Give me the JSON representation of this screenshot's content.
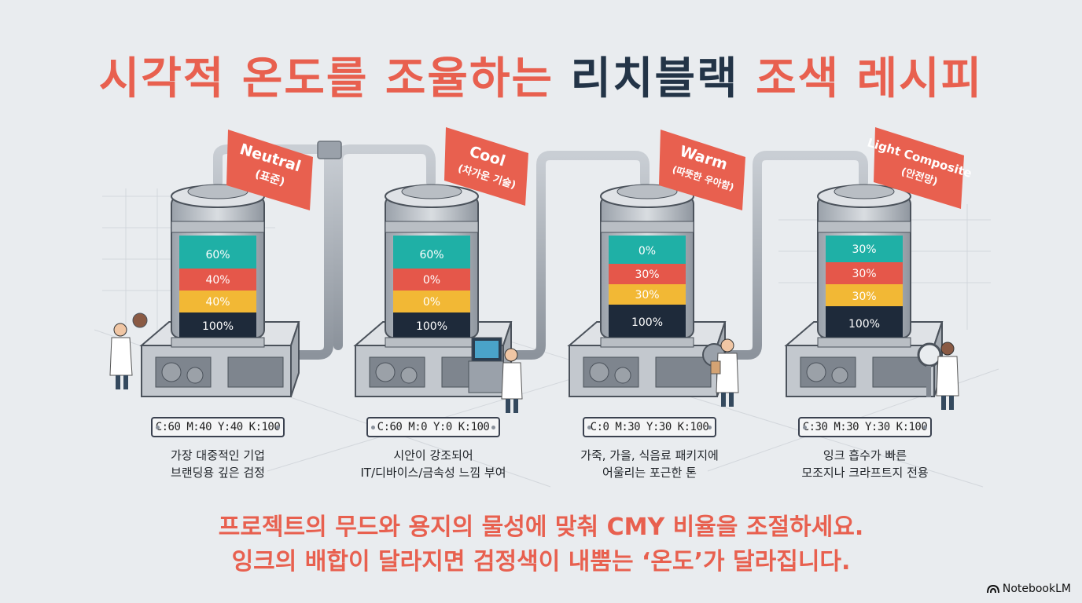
{
  "title": {
    "part1": "시각적 온도를 조율하는 ",
    "part2": "리치블랙",
    "part3": " 조색 레시피"
  },
  "colors": {
    "accent": "#e8604f",
    "navy": "#233447",
    "cyan": "#1fb0a6",
    "red": "#e5574a",
    "yellow": "#f2b835",
    "black": "#1e2a3a"
  },
  "recipes": [
    {
      "name": "Neutral",
      "sub": "(표준)",
      "c": "60%",
      "m": "40%",
      "y": "40%",
      "k": "100%",
      "code": "C:60 M:40 Y:40 K:100",
      "desc1": "가장 대중적인 기업",
      "desc2": "브랜딩용 깊은 검정"
    },
    {
      "name": "Cool",
      "sub": "(차가운 기술)",
      "c": "60%",
      "m": "0%",
      "y": "0%",
      "k": "100%",
      "code": "C:60 M:0 Y:0 K:100",
      "desc1": "시안이 강조되어",
      "desc2": "IT/디바이스/금속성 느낌 부여"
    },
    {
      "name": "Warm",
      "sub": "(따뜻한 우아함)",
      "c": "0%",
      "m": "30%",
      "y": "30%",
      "k": "100%",
      "code": "C:0 M:30 Y:30 K:100",
      "desc1": "가죽, 가을, 식음료 패키지에",
      "desc2": "어울리는 포근한 톤"
    },
    {
      "name": "Light Composite",
      "sub": "(안전망)",
      "c": "30%",
      "m": "30%",
      "y": "30%",
      "k": "100%",
      "code": "C:30 M:30 Y:30 K:100",
      "desc1": "잉크 흡수가 빠른",
      "desc2": "모조지나 크라프트지 전용"
    }
  ],
  "bottom": {
    "line1": "프로젝트의 무드와 용지의 물성에 맞춰 CMY 비율을 조절하세요.",
    "line2": "잉크의 배합이 달라지면 검정색이 내뿜는 ‘온도’가 달라집니다."
  },
  "brand": {
    "name": "NotebookLM",
    "icon": "notebooklm-logo-icon"
  }
}
